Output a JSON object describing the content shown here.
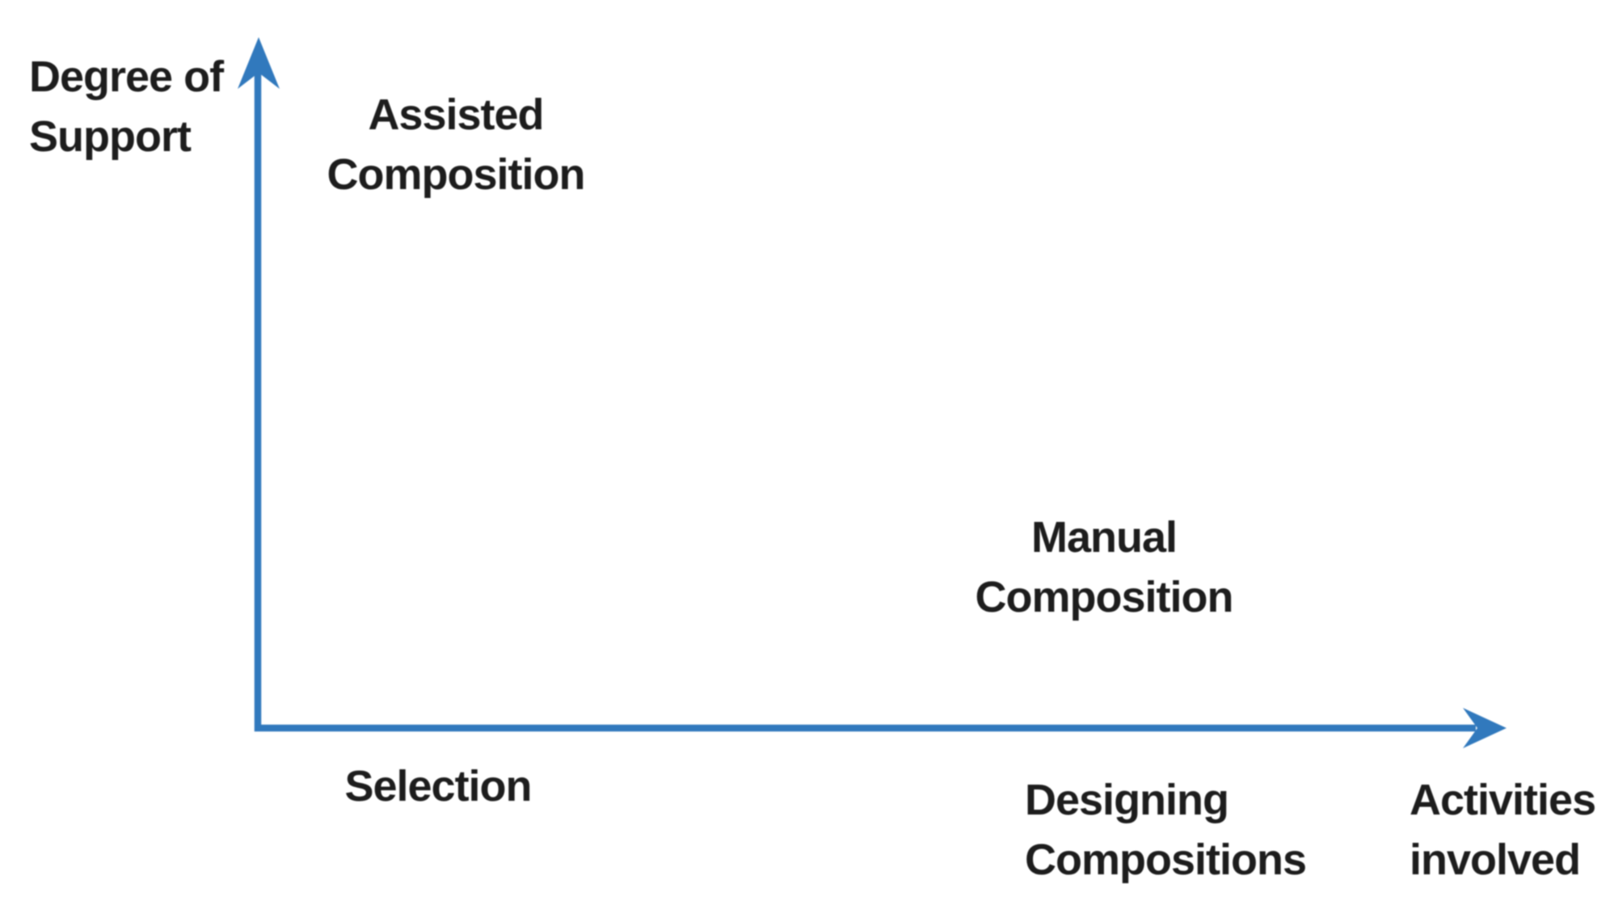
{
  "diagram": {
    "background": "#ffffff",
    "axis_color": "#3179BD",
    "text_color": "#1d1d1d",
    "y_axis": {
      "label_line1": "Degree of",
      "label_line2": "Support",
      "direction": "up"
    },
    "x_axis": {
      "label_line1": "Activities",
      "label_line2": "involved",
      "direction": "right"
    },
    "plot_labels": {
      "assisted": {
        "line1": "Assisted",
        "line2": "Composition",
        "position": "high support, few activities (upper left)"
      },
      "manual": {
        "line1": "Manual",
        "line2": "Composition",
        "position": "low support, many activities (lower right)"
      }
    },
    "x_region_labels": {
      "selection": {
        "line1": "Selection",
        "position": "below x-axis, left"
      },
      "designing": {
        "line1": "Designing",
        "line2": "Compositions",
        "position": "below x-axis, right"
      }
    }
  }
}
